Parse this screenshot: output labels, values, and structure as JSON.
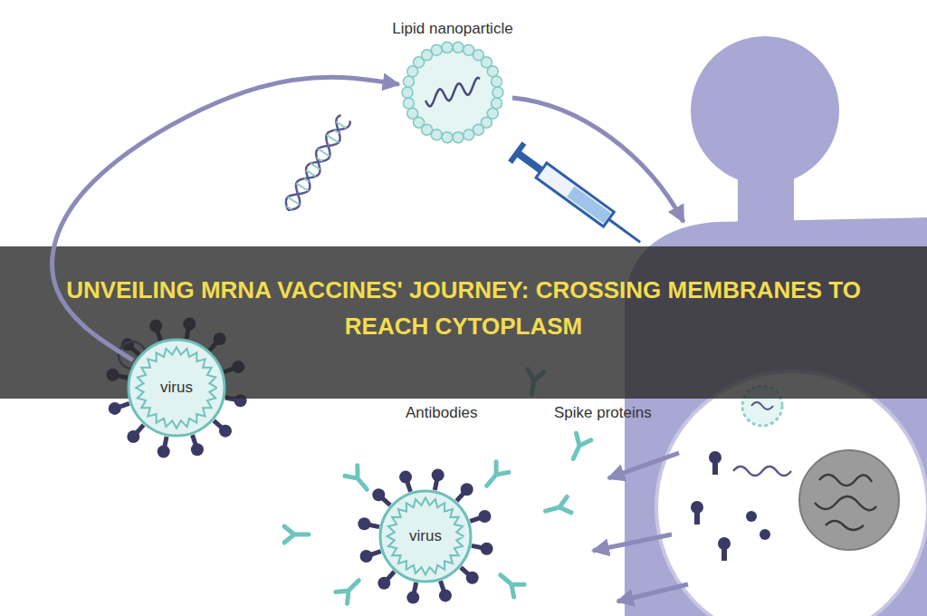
{
  "diagram": {
    "title": "UNVEILING MRNA VACCINES' JOURNEY: CROSSING MEMBRANES TO REACH CYTOPLASM",
    "nodes": [
      {
        "text": [
          "Lipid nanoparticle"
        ]
      },
      {
        "text": [
          "virus"
        ]
      },
      {
        "text": [
          "virus"
        ]
      }
    ],
    "edges": [
      {
        "from": 1,
        "to": 0,
        "arrow": "to"
      }
    ],
    "labels": [
      "Antibodies",
      "Spike proteins"
    ]
  }
}
